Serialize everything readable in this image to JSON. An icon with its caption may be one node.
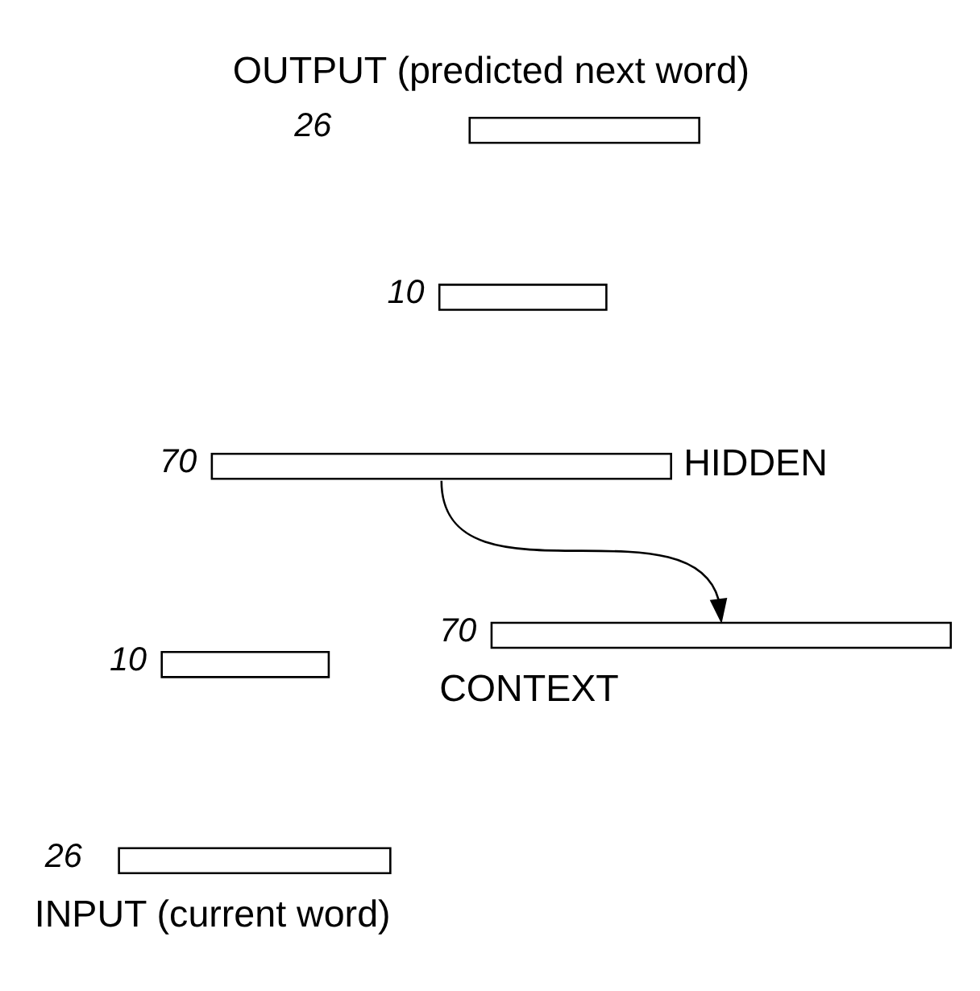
{
  "diagram": {
    "nodes": [
      {
        "text": [
          "OUTPUT (predicted next word)"
        ],
        "beside": [
          "26"
        ]
      },
      {
        "text": [],
        "shape": "bar",
        "beside": [
          "10"
        ]
      },
      {
        "text": [
          "HIDDEN"
        ],
        "beside": [
          "70"
        ]
      },
      {
        "text": [],
        "shape": "bar",
        "beside": [
          "10"
        ]
      },
      {
        "text": [
          "CONTEXT"
        ],
        "beside": [
          "70"
        ]
      },
      {
        "text": [
          "INPUT (current word)"
        ],
        "beside": [
          "26"
        ]
      }
    ],
    "edges": [
      {
        "from": 2,
        "to": 4,
        "arrow": "to"
      }
    ]
  }
}
